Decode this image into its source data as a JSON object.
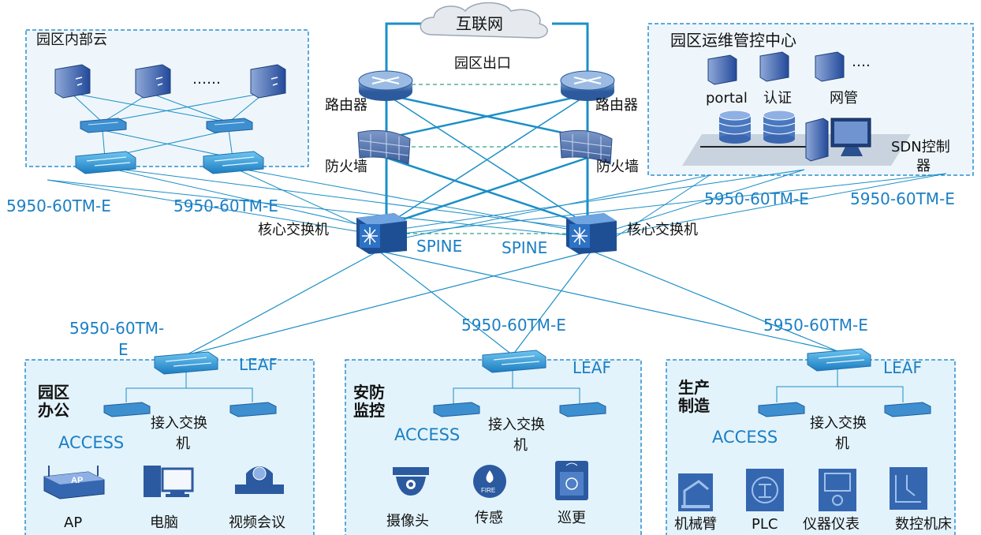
{
  "internet": {
    "label": "互联网",
    "egress_label": "园区出口"
  },
  "edge": {
    "router_label": "路由器",
    "firewall_label": "防火墙"
  },
  "core": {
    "switch_label": "核心交换机",
    "role_label": "SPINE"
  },
  "model_label": "5950-60TM-E",
  "split_model_label": {
    "line1": "5950-60TM-",
    "line2": "E"
  },
  "internal_cloud": {
    "title": "园区内部云",
    "ellipsis": "……"
  },
  "ops_center": {
    "title": "园区运维管控中心",
    "ellipsis": "….",
    "servers": [
      "portal",
      "认证",
      "网管"
    ],
    "sdn_label_line1": "SDN控制",
    "sdn_label_line2": "器"
  },
  "leaf_role_label": "LEAF",
  "access_label": "ACCESS",
  "access_switch_line1": "接入交换",
  "access_switch_line2": "机",
  "zones": [
    {
      "title_line1": "园区",
      "title_line2": "办公",
      "devices": [
        "AP",
        "电脑",
        "视频会议"
      ],
      "ap_badge": "AP"
    },
    {
      "title_line1": "安防",
      "title_line2": "监控",
      "devices": [
        "摄像头",
        "传感",
        "巡更"
      ],
      "sensor_badge": "FIRE"
    },
    {
      "title_line1": "生产",
      "title_line2": "制造",
      "devices": [
        "机械臂",
        "PLC",
        "仪器仪表",
        "数控机床"
      ]
    }
  ],
  "colors": {
    "link": "#1b8fc7",
    "panel_border": "#2a8fd0",
    "panel_fill": "#eef6fb",
    "zone_fill": "#e3f3fb",
    "accent_text": "#1b7fc4",
    "device_dark": "#2b5aa0"
  }
}
